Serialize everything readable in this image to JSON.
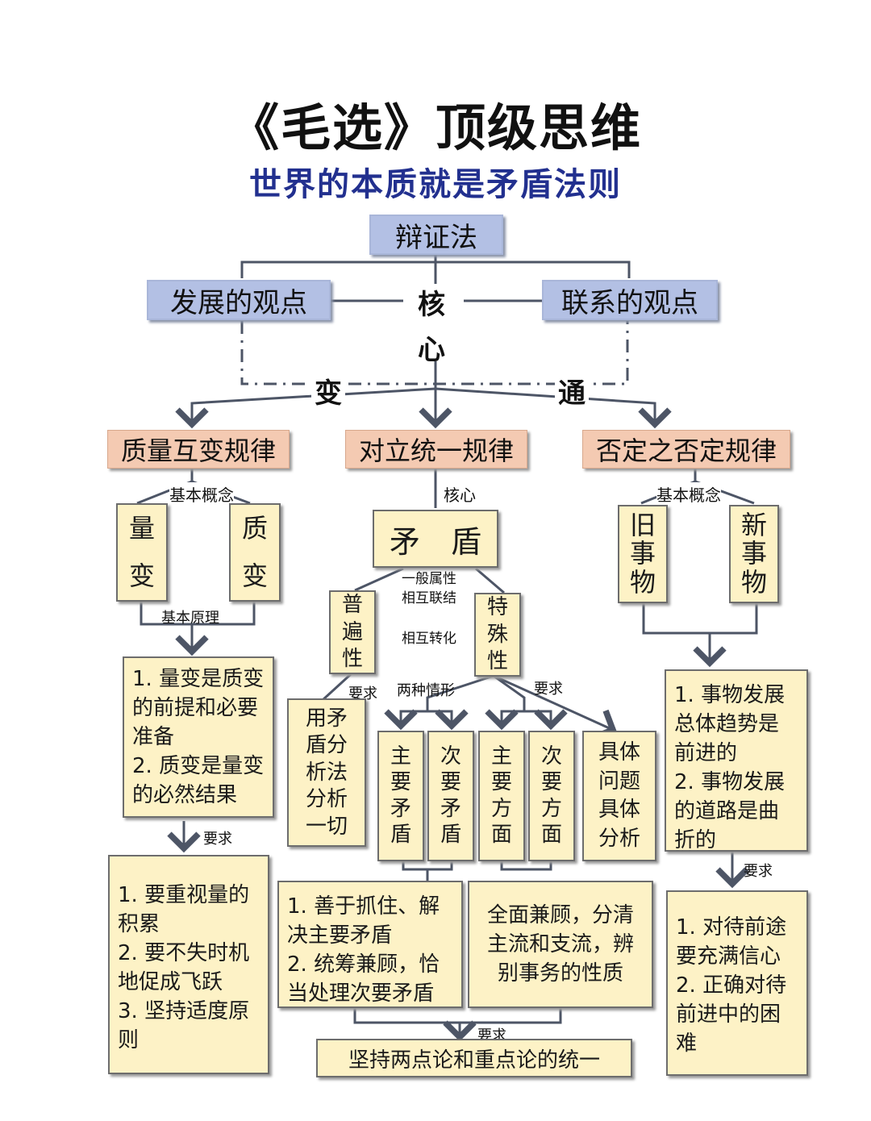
{
  "title": "《毛选》顶级思维",
  "subtitle": "世界的本质就是矛盾法则",
  "root": "辩证法",
  "view_left": "发展的观点",
  "view_right": "联系的观点",
  "core_char1": "核",
  "core_char2": "心",
  "change_char": "变",
  "tong_char": "通",
  "law_left": "质量互变规律",
  "law_mid": "对立统一规律",
  "law_right": "否定之否定规律",
  "left": {
    "concept_label": "基本概念",
    "liang": [
      "量",
      "变"
    ],
    "zhi": [
      "质",
      "变"
    ],
    "principle_label": "基本原理",
    "principle": [
      "1. 量变是质变的前提和必要准备",
      "2. 质变是量变的必然结果"
    ],
    "require_label": "要求",
    "require": [
      "1. 要重视量的积累",
      "2. 要不失时机地促成飞跃",
      "3. 坚持适度原则"
    ]
  },
  "middle": {
    "core_label": "核心",
    "contradiction": "矛　盾",
    "general_attr": [
      "一般属性",
      "相互联结",
      "相互转化"
    ],
    "universal": [
      "普",
      "遍",
      "性"
    ],
    "special": [
      "特",
      "殊",
      "性"
    ],
    "require_label1": "要求",
    "two_cases": "两种情形",
    "require_label2": "要求",
    "analyze_all": [
      "用矛",
      "盾分",
      "析法",
      "分析",
      "一切"
    ],
    "main_contra": [
      "主",
      "要",
      "矛",
      "盾"
    ],
    "second_contra": [
      "次",
      "要",
      "矛",
      "盾"
    ],
    "main_aspect": [
      "主",
      "要",
      "方",
      "面"
    ],
    "second_aspect": [
      "次",
      "要",
      "方",
      "面"
    ],
    "concrete": [
      "具体",
      "问题",
      "具体",
      "分析"
    ],
    "grasp": [
      "1. 善于抓住、解决主要矛盾",
      "2. 统筹兼顾，恰当处理次要矛盾"
    ],
    "overall": "全面兼顾，分清主流和支流，辨别事务的性质",
    "require_label3": "要求",
    "unity": "坚持两点论和重点论的统一"
  },
  "right": {
    "concept_label": "基本概念",
    "old": [
      "旧",
      "事",
      "物"
    ],
    "new": [
      "新",
      "事",
      "物"
    ],
    "principle": [
      "1. 事物发展总体趋势是前进的",
      "2. 事物发展的道路是曲折的"
    ],
    "require_label": "要求",
    "require": [
      "1. 对待前途要充满信心",
      "2. 正确对待前进中的困难"
    ]
  },
  "colors": {
    "blue_box": "#b3c0e4",
    "pink_box": "#f4cab2",
    "cream_box": "#fdf2c6",
    "line": "#4d5566",
    "subtitle": "#22308f"
  }
}
